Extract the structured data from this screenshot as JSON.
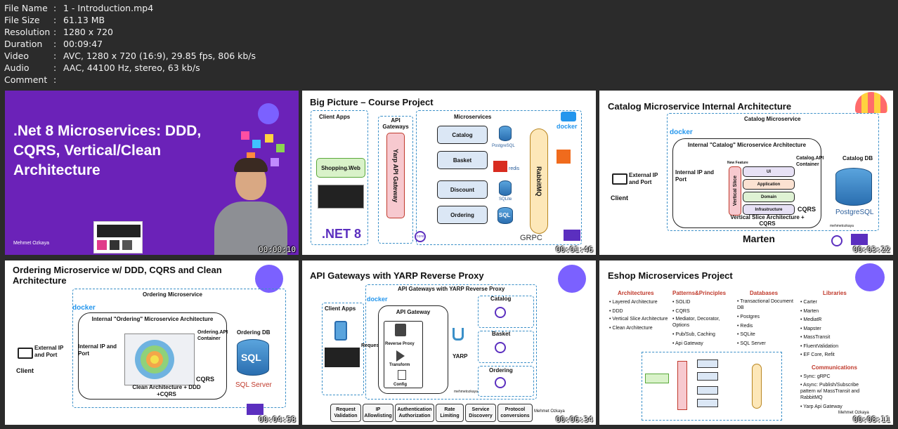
{
  "file_info": [
    {
      "key": "File Name",
      "value": "1 - Introduction.mp4"
    },
    {
      "key": "File Size",
      "value": "61.13 MB"
    },
    {
      "key": "Resolution",
      "value": "1280 x 720"
    },
    {
      "key": "Duration",
      "value": "00:09:47"
    },
    {
      "key": "Video",
      "value": "AVC, 1280 x 720 (16:9), 29.85 fps, 806 kb/s"
    },
    {
      "key": "Audio",
      "value": "AAC, 44100 Hz, stereo, 63 kb/s"
    },
    {
      "key": "Comment",
      "value": ""
    }
  ],
  "separator": ":",
  "thumbnails": [
    {
      "timestamp": "00:00:10",
      "title": ".Net 8 Microservices: DDD, CQRS, Vertical/Clean Architecture",
      "presenter": "Mehmet Ozkaya",
      "bg_color": "#6b22b8"
    },
    {
      "timestamp": "00:01:46",
      "title": "Big Picture – Course Project",
      "client_apps": "Client Apps",
      "api_gateways": "API Gateways",
      "gateway": "Yarp API Gateway",
      "microservices": "Microservices",
      "client": "Shopping.Web",
      "services": [
        "Catalog",
        "Basket",
        "Discount",
        "Ordering"
      ],
      "dbs": [
        "PostgreSQL",
        "redis",
        "SQLite",
        "SQL"
      ],
      "broker": "RabbitMQ",
      "net8": ".NET 8",
      "docker": "docker",
      "grpc": "GRPC",
      "core": "core"
    },
    {
      "timestamp": "00:03:22",
      "title": "Catalog Microservice Internal Architecture",
      "outer": "Catalog Microservice",
      "inner": "Internal \"Catalog\" Microservice Architecture",
      "external": "External IP and Port",
      "internal": "Internal IP and Port",
      "client": "Client",
      "vslice": "Vertical Slice",
      "new_feature": "New Feature",
      "layers": [
        "UI",
        "Application",
        "Domain",
        "Infrastructure"
      ],
      "container": "Catalog.API Container",
      "db": "Catalog DB",
      "db_name": "PostgreSQL",
      "caption": "Vertical Slice Architecture + CQRS",
      "cqrs": "CQRS",
      "docker": "docker",
      "marten": "Marten",
      "author": "mehmetozkaya"
    },
    {
      "timestamp": "00:04:58",
      "title": "Ordering Microservice w/ DDD, CQRS and Clean Architecture",
      "outer": "Ordering Microservice",
      "inner": "Internal \"Ordering\" Microservice Architecture",
      "external": "External IP and Port",
      "internal": "Internal IP and Port",
      "client": "Client",
      "container": "Ordering.API Container",
      "db": "Ordering DB",
      "db_name": "SQL",
      "sql_server": "SQL Server",
      "caption": "Clean Architecture + DDD +CQRS",
      "cqrs": "CQRS",
      "docker": "docker"
    },
    {
      "timestamp": "00:06:34",
      "title": "API Gateways with YARP Reverse Proxy",
      "inner": "API Gateways with YARP Reverse Proxy",
      "client_apps": "Client Apps",
      "api_gateway": "API Gateway",
      "request": "Request",
      "reverse_proxy": "Reverse Proxy",
      "transform": "Transform",
      "config": "Config",
      "yarp": "YARP",
      "services": [
        "Catalog",
        "Basket",
        "Ordering"
      ],
      "pills": [
        "Request Validation",
        "IP Allowlisting",
        "Authentication Authorization",
        "Rate Limiting",
        "Service Discovery",
        "Protocol conversions"
      ],
      "presenter": "Mehmet Ozkaya",
      "docker": "docker",
      "author": "mehmetozkaya"
    },
    {
      "timestamp": "00:08:11",
      "title": "Eshop Microservices Project",
      "columns": [
        {
          "heading": "Architectures",
          "items": [
            "Layered Architecture",
            "DDD",
            "Vertical Slice Architecture",
            "Clean Architecture"
          ]
        },
        {
          "heading": "Patterns&Principles",
          "items": [
            "SOLID",
            "CQRS",
            "Mediator, Decorator, Options",
            "Pub/Sub, Caching",
            "Api Gateway"
          ]
        },
        {
          "heading": "Databases",
          "items": [
            "Transactional Document DB",
            "Postgres",
            "Redis",
            "SQLite",
            "SQL Server"
          ]
        },
        {
          "heading": "Libraries",
          "items": [
            "Carter",
            "Marten",
            "MediatR",
            "Mapster",
            "MassTransit",
            "FluentValidation",
            "EF Core, Refit"
          ]
        }
      ],
      "communications": {
        "heading": "Communications",
        "items": [
          "Sync: gRPC",
          "Async: Publish/Subscribe pattern w/ MassTransit and RabbitMQ",
          "Yarp Api Gateway"
        ]
      },
      "presenter": "Mehmet Ozkaya"
    }
  ]
}
